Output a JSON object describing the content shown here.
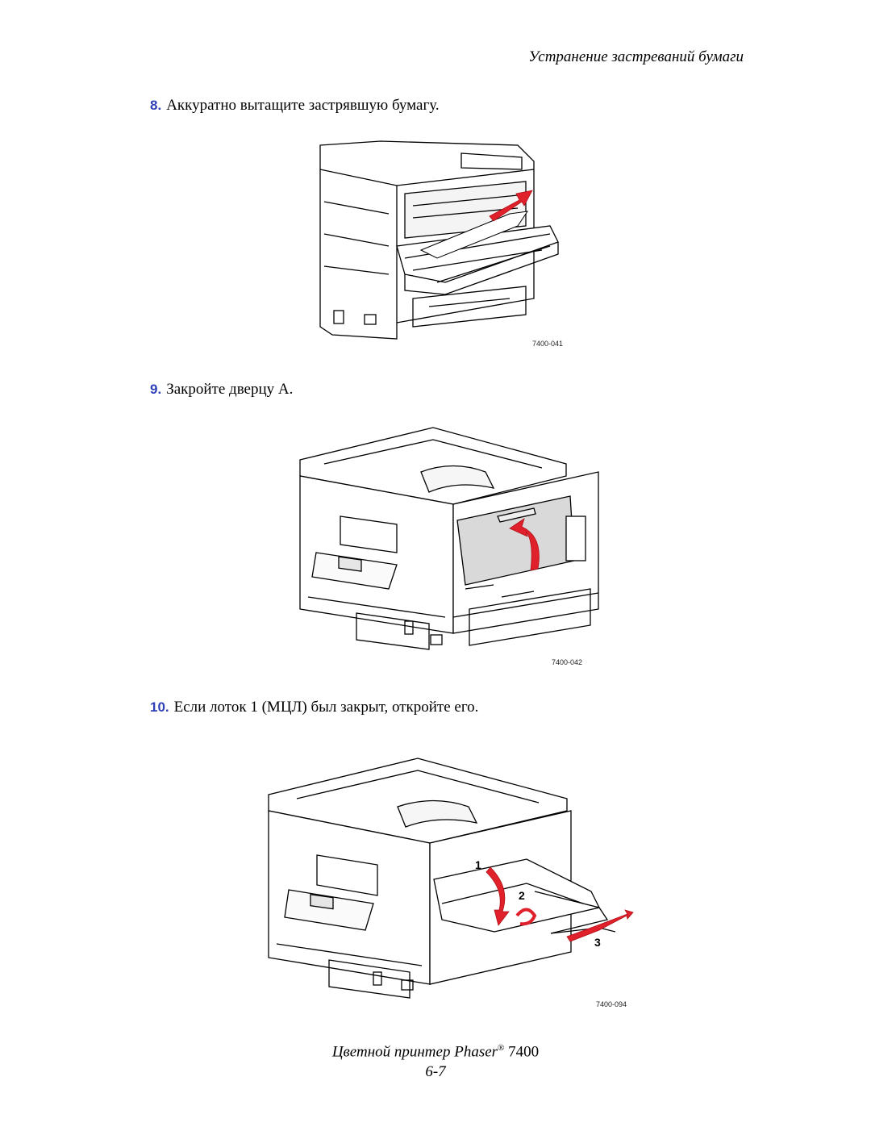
{
  "header": {
    "section_title": "Устранение застреваний бумаги"
  },
  "steps": [
    {
      "number": "8.",
      "text": "Аккуратно вытащите застрявшую бумагу.",
      "figure_id": "7400-041"
    },
    {
      "number": "9.",
      "text": "Закройте дверцу А.",
      "figure_id": "7400-042"
    },
    {
      "number": "10.",
      "text": "Если лоток 1 (МЦЛ) был закрыт, откройте его.",
      "figure_id": "7400-094",
      "callouts": [
        "1",
        "2",
        "3"
      ]
    }
  ],
  "footer": {
    "product_prefix": "Цветной принтер Phaser",
    "registered": "®",
    "model": "7400",
    "page_number": "6-7"
  },
  "colors": {
    "step_number": "#2f3fb7",
    "arrow": "#e0202a",
    "door_fill": "#d9d9d9"
  }
}
